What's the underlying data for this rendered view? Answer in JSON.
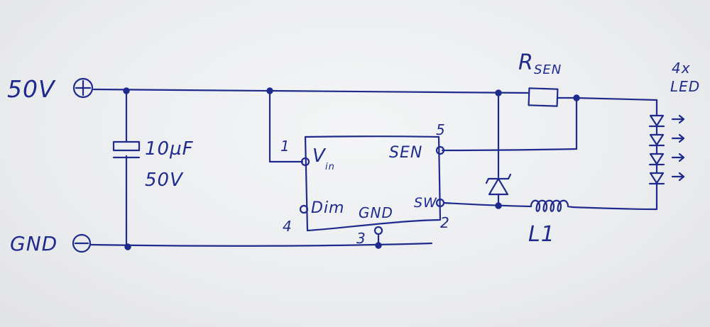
{
  "power": {
    "positive_label": "50V",
    "negative_label": "GND"
  },
  "capacitor": {
    "value": "10µF",
    "voltage": "50V"
  },
  "ic": {
    "pin1": "1",
    "pin2": "2",
    "pin3": "3",
    "pin4": "4",
    "pin5": "5",
    "vin": "V",
    "vin_sub": "in",
    "sen": "SEN",
    "dim": "Dim",
    "gnd": "GND",
    "sw": "SW"
  },
  "sense_resistor": {
    "label": "R",
    "label_sub": "SEN"
  },
  "inductor": {
    "label": "L1"
  },
  "leds": {
    "count_label": "4x",
    "label": "LED",
    "count": 4
  },
  "colors": {
    "ink": "#1e2b8c",
    "paper": "#ecedef"
  }
}
